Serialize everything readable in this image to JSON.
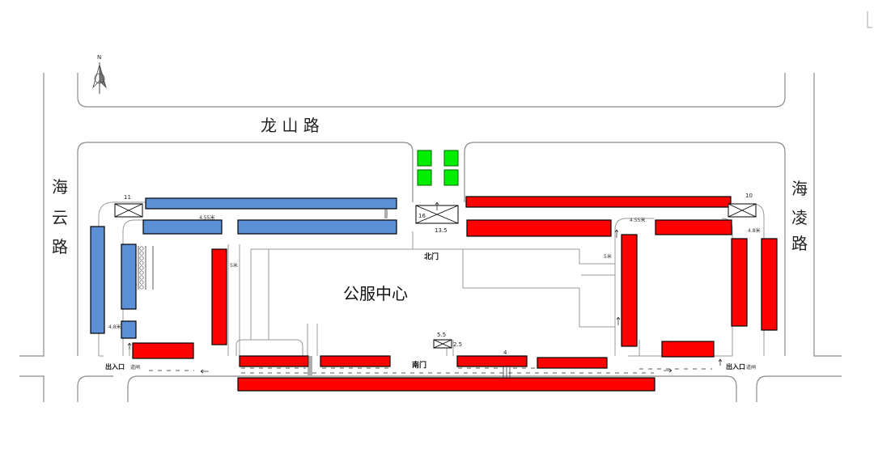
{
  "roads": {
    "north": "龙 山 路",
    "west": [
      "海",
      "云",
      "路"
    ],
    "east": [
      "海",
      "凌",
      "路"
    ]
  },
  "center_label": "公服中心",
  "north_gate_label": "北门",
  "south_gate_label": "南门",
  "compass_label": "N",
  "exits": {
    "left": "出入口",
    "right": "出入口"
  },
  "gate_numbers": {
    "west": "11",
    "north": "16",
    "north_width": "13.5",
    "east": "10"
  },
  "small_labels": {
    "s1": "5.5",
    "s2": "2.5",
    "s3": "4",
    "w1": "4.55米",
    "w2": "5米",
    "w3": "4.8米",
    "e1": "4.55米",
    "e2": "5米",
    "e3": "4.8米",
    "guard_l": "道闸",
    "guard_r": "道闸"
  },
  "colors": {
    "blue": "#5b8fd6",
    "red": "#ff0000",
    "green": "#00ee00",
    "road_line": "#8a8a8a"
  },
  "icons": {
    "compass": "north-arrow-icon",
    "barrier": "barrier-gate-icon"
  }
}
